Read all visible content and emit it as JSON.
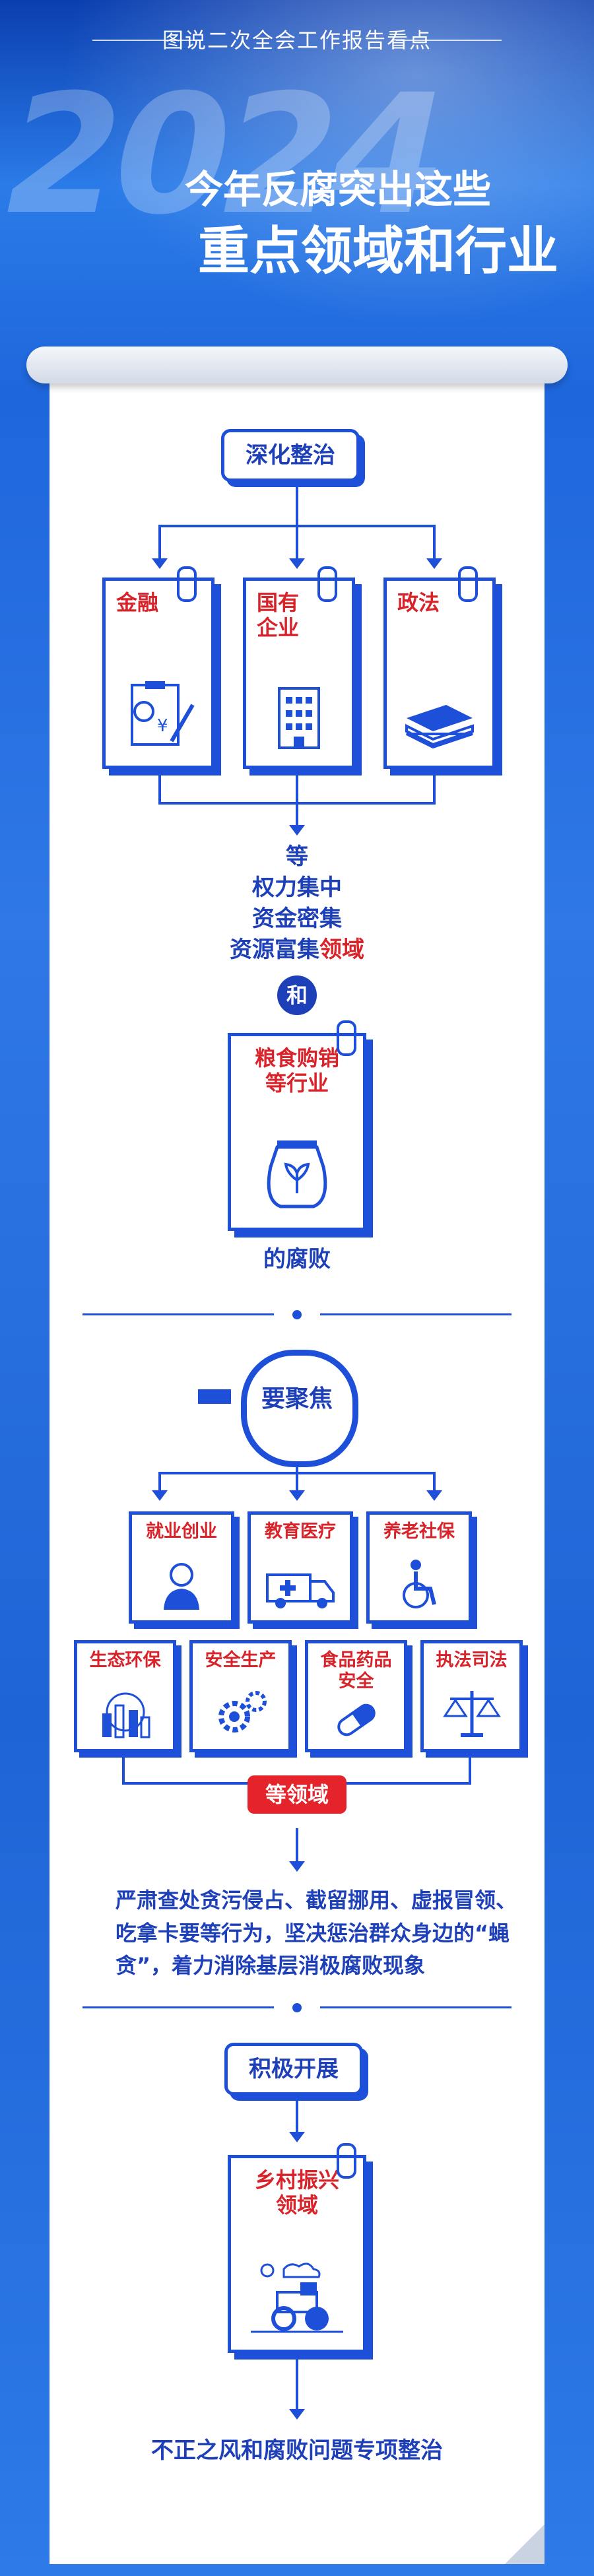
{
  "header": {
    "kicker": "图说二次全会工作报告看点",
    "decor_year": "2024",
    "title_line1": "今年反腐突出这些",
    "title_line2": "重点领域和行业"
  },
  "section1": {
    "heading": "深化整治",
    "cards": [
      {
        "label": "金融",
        "icon": "finance-document-icon"
      },
      {
        "label": "国有\n企业",
        "icon": "office-building-icon"
      },
      {
        "label": "政法",
        "icon": "document-stack-icon"
      }
    ],
    "text_lines": [
      "等",
      "权力集中",
      "资金密集",
      "资源富集"
    ],
    "text_red_suffix": "领域",
    "and_label": "和",
    "grain_card_label": "粮食购销\n等行业",
    "grain_icon": "grain-sack-icon",
    "closing": "的腐败"
  },
  "section2": {
    "heading": "要聚焦",
    "row1": [
      {
        "label": "就业创业",
        "icon": "worker-icon"
      },
      {
        "label": "教育医疗",
        "icon": "ambulance-icon"
      },
      {
        "label": "养老社保",
        "icon": "wheelchair-icon"
      }
    ],
    "row2": [
      {
        "label": "生态环保",
        "icon": "eco-city-icon"
      },
      {
        "label": "安全生产",
        "icon": "gears-icon"
      },
      {
        "label": "食品药品\n安全",
        "icon": "pill-icon"
      },
      {
        "label": "执法司法",
        "icon": "scales-icon"
      }
    ],
    "tag": "等领域",
    "paragraph": "严肃查处贪污侵占、截留挪用、虚报冒领、吃拿卡要等行为，坚决惩治群众身边的“蝇贪”，着力消除基层消极腐败现象"
  },
  "section3": {
    "heading": "积极开展",
    "card_label": "乡村振兴\n领域",
    "card_icon": "tractor-icon",
    "closing": "不正之风和腐败问题专项整治"
  },
  "colors": {
    "primary_blue": "#1d4fd8",
    "text_blue": "#1d3fb8",
    "accent_red": "#d9232a"
  }
}
